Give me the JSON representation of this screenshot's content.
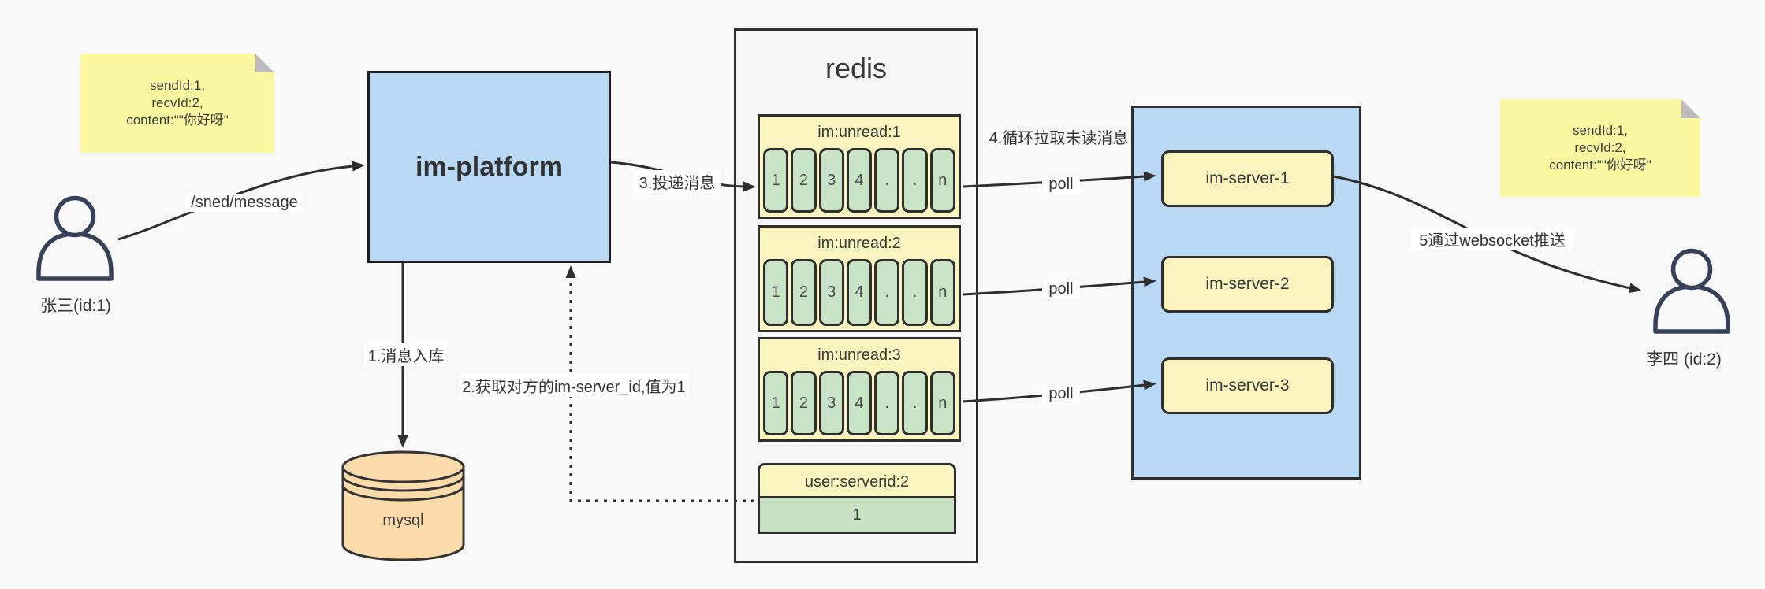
{
  "palette": {
    "background": "#f8f8f8",
    "blue_fill": "#b9d8f3",
    "note_yellow": "#f9f79f",
    "panel_yellow": "#faf4be",
    "cell_green": "#c8e3c5",
    "db_orange": "#fbdba9",
    "line_dark": "#2e2e2e"
  },
  "notes": {
    "left": {
      "line1": "sendId:1,",
      "line2": "recvId:2,",
      "line3": "content:\"\"你好呀\""
    },
    "right": {
      "line1": "sendId:1,",
      "line2": "recvId:2,",
      "line3": "content:\"\"你好呀\""
    }
  },
  "actors": {
    "sender": {
      "label": "张三(id:1)"
    },
    "receiver": {
      "label": "李四 (id:2)"
    }
  },
  "platform": {
    "label": "im-platform"
  },
  "database": {
    "label": "mysql"
  },
  "redis": {
    "title": "redis",
    "lists": [
      {
        "name": "im:unread:1",
        "cells": [
          "1",
          "2",
          "3",
          "4",
          ".",
          ".",
          "n"
        ]
      },
      {
        "name": "im:unread:2",
        "cells": [
          "1",
          "2",
          "3",
          "4",
          ".",
          ".",
          "n"
        ]
      },
      {
        "name": "im:unread:3",
        "cells": [
          "1",
          "2",
          "3",
          "4",
          ".",
          ".",
          "n"
        ]
      }
    ],
    "mapping": {
      "name": "user:serverid:2",
      "value": "1"
    }
  },
  "servers": {
    "items": [
      {
        "label": "im-server-1"
      },
      {
        "label": "im-server-2"
      },
      {
        "label": "im-server-3"
      }
    ]
  },
  "edges": {
    "send_api": "/sned/message",
    "step1": "1.消息入库",
    "step2": "2.获取对方的im-server_id,值为1",
    "step3": "3.投递消息",
    "step4": "4.循环拉取未读消息",
    "poll": "poll",
    "step5": "5通过websocket推送"
  }
}
